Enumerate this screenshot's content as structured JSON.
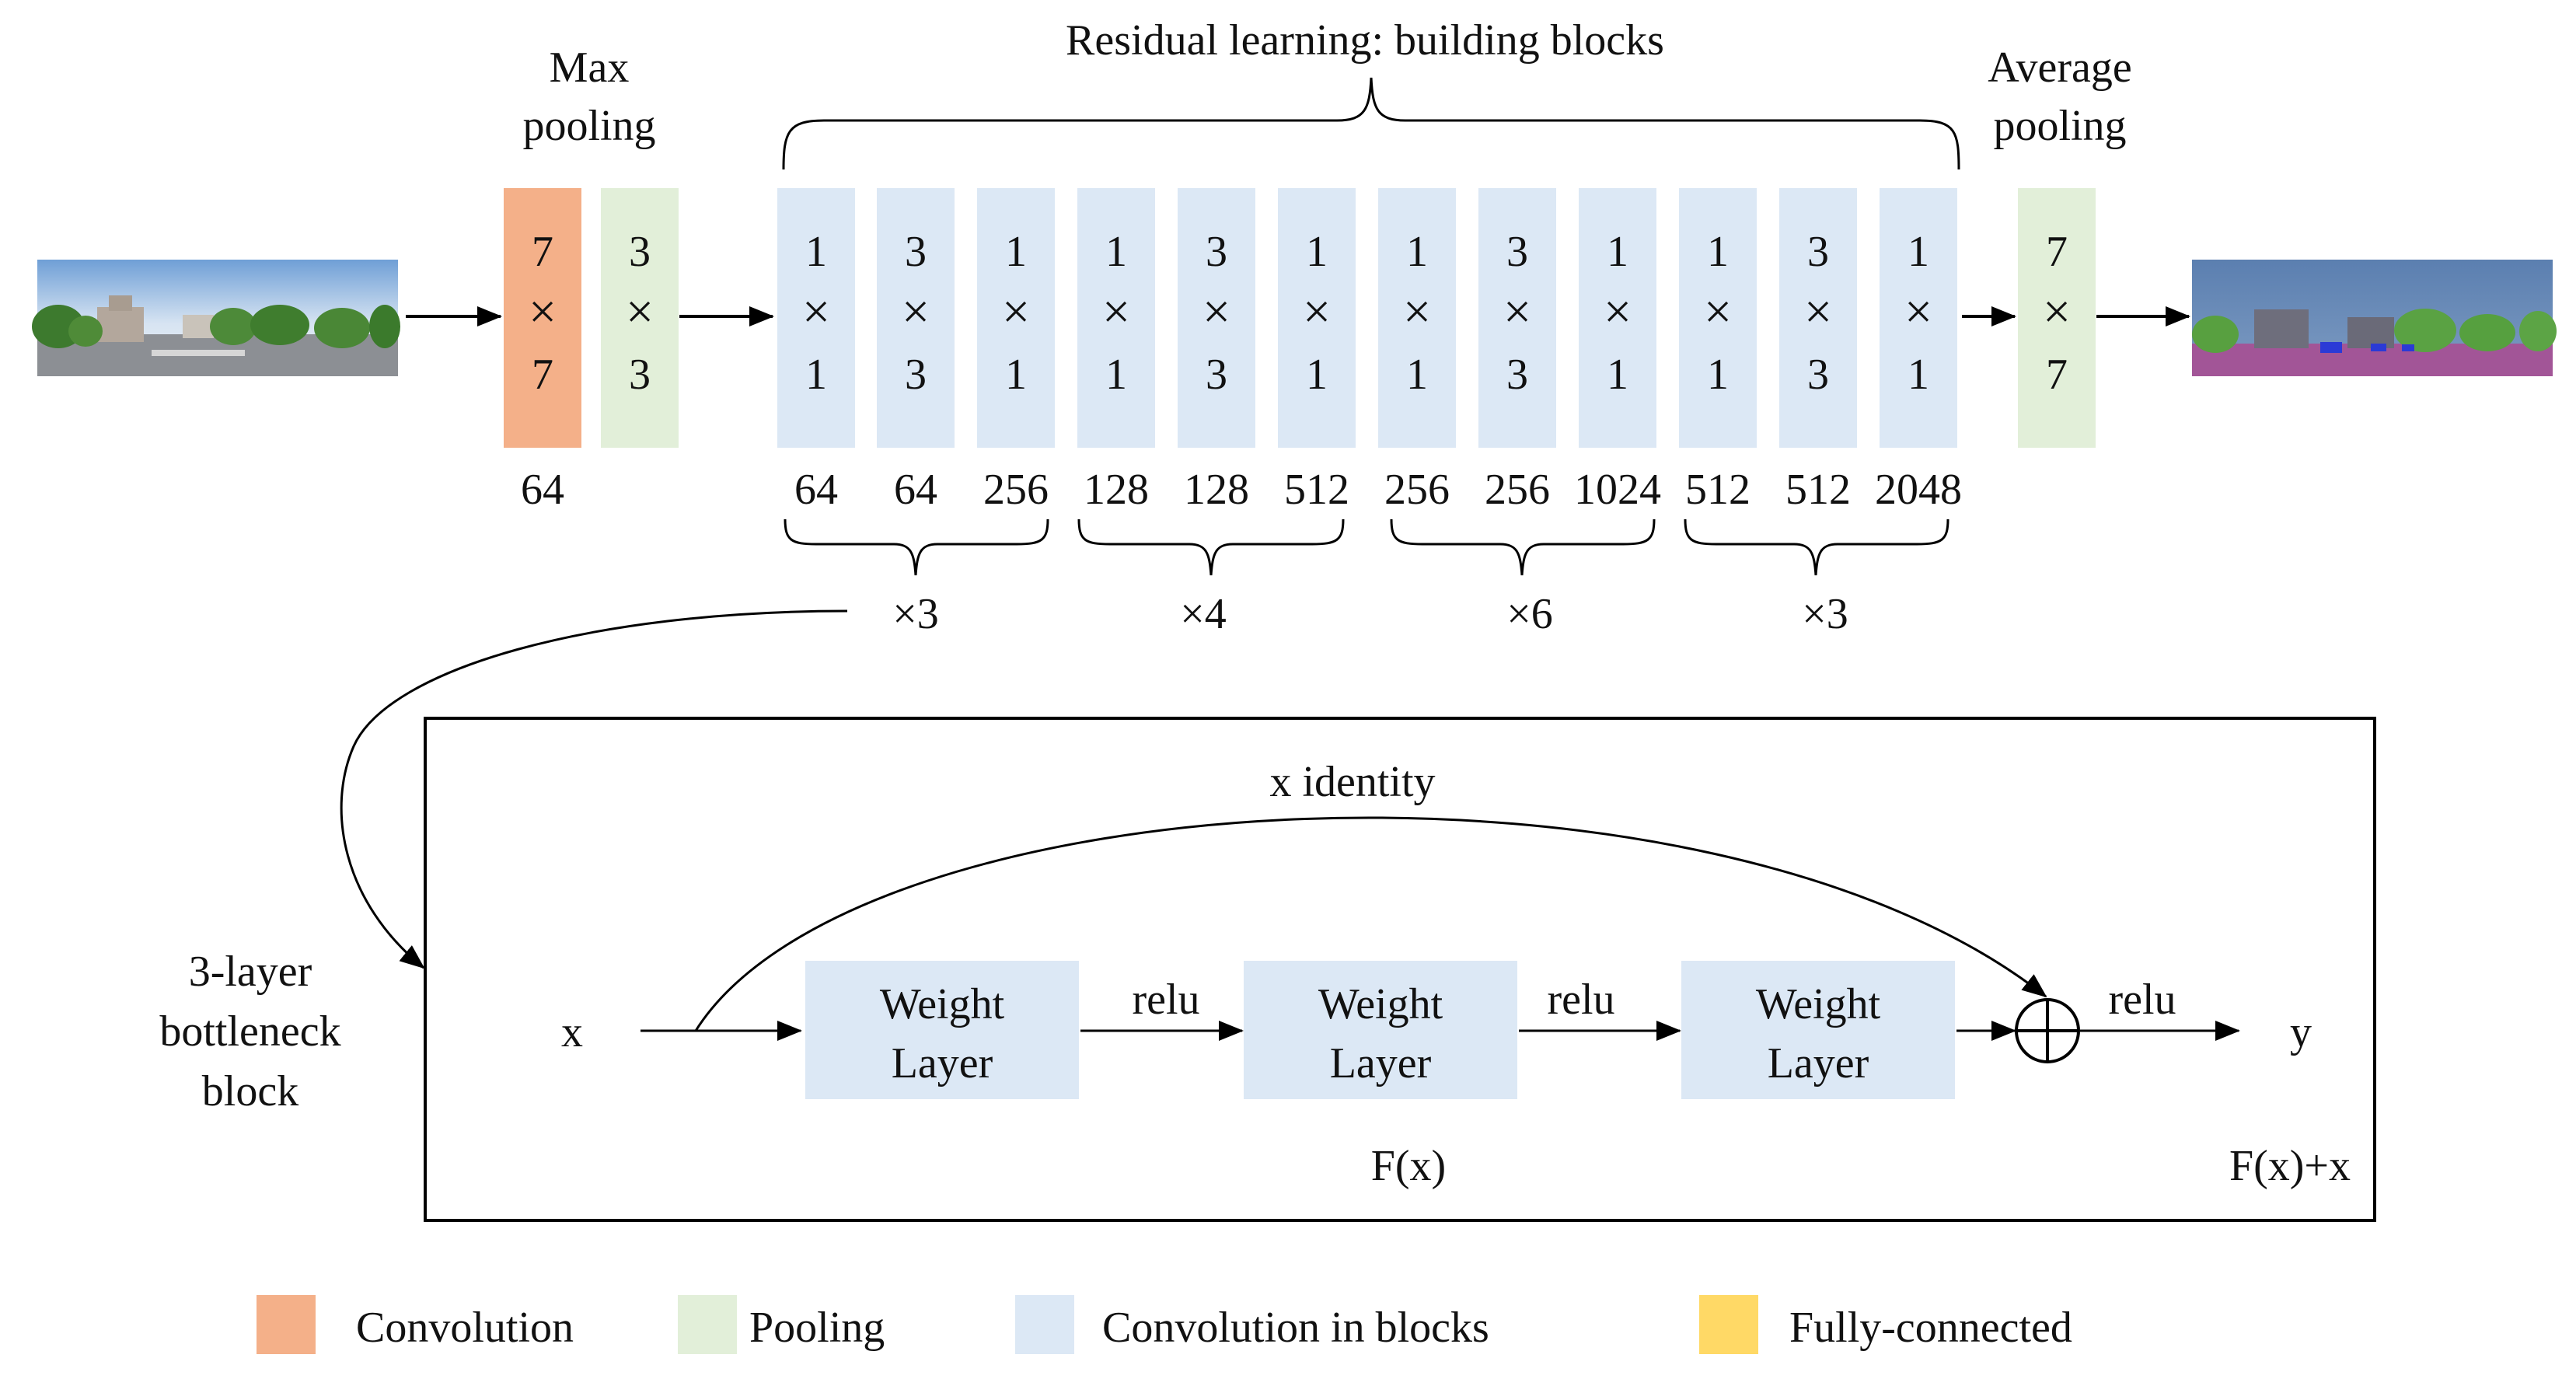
{
  "colors": {
    "convolution": "#f4b089",
    "pooling": "#e2efd9",
    "block": "#dce8f5",
    "fully_connected": "#ffd966",
    "line": "#000000"
  },
  "top": {
    "max_pooling": {
      "line1": "Max",
      "line2": "pooling"
    },
    "residual_title": "Residual learning: building blocks",
    "average_pooling": {
      "line1": "Average",
      "line2": "pooling"
    },
    "input_image_icon": "street-panorama-image",
    "output_image_icon": "segmentation-map-image",
    "conv7": {
      "a": "7",
      "x": "×",
      "b": "7",
      "channels": "64"
    },
    "pool3": {
      "a": "3",
      "x": "×",
      "b": "3"
    },
    "avgpool": {
      "a": "7",
      "x": "×",
      "b": "7"
    },
    "blocks": [
      {
        "a": "1",
        "x": "×",
        "b": "1",
        "channels": "64"
      },
      {
        "a": "3",
        "x": "×",
        "b": "3",
        "channels": "64"
      },
      {
        "a": "1",
        "x": "×",
        "b": "1",
        "channels": "256"
      },
      {
        "a": "1",
        "x": "×",
        "b": "1",
        "channels": "128"
      },
      {
        "a": "3",
        "x": "×",
        "b": "3",
        "channels": "128"
      },
      {
        "a": "1",
        "x": "×",
        "b": "1",
        "channels": "512"
      },
      {
        "a": "1",
        "x": "×",
        "b": "1",
        "channels": "256"
      },
      {
        "a": "3",
        "x": "×",
        "b": "3",
        "channels": "256"
      },
      {
        "a": "1",
        "x": "×",
        "b": "1",
        "channels": "1024"
      },
      {
        "a": "1",
        "x": "×",
        "b": "1",
        "channels": "512"
      },
      {
        "a": "3",
        "x": "×",
        "b": "3",
        "channels": "512"
      },
      {
        "a": "1",
        "x": "×",
        "b": "1",
        "channels": "2048"
      }
    ],
    "repeats": [
      "×3",
      "×4",
      "×6",
      "×3"
    ]
  },
  "bottleneck": {
    "label": [
      "3-layer",
      "bottleneck",
      "block"
    ],
    "x": "x",
    "identity": "x identity",
    "layers": [
      {
        "line1": "Weight",
        "line2": "Layer"
      },
      {
        "line1": "Weight",
        "line2": "Layer"
      },
      {
        "line1": "Weight",
        "line2": "Layer"
      }
    ],
    "relu1": "relu",
    "relu2": "relu",
    "relu3": "relu",
    "y": "y",
    "fx": "F(x)",
    "fx_plus_x": "F(x)+x"
  },
  "legend": [
    {
      "label": "Convolution",
      "color": "#f4b089"
    },
    {
      "label": "Pooling",
      "color": "#e2efd9"
    },
    {
      "label": "Convolution in blocks",
      "color": "#dce8f5"
    },
    {
      "label": "Fully-connected",
      "color": "#ffd966"
    }
  ]
}
